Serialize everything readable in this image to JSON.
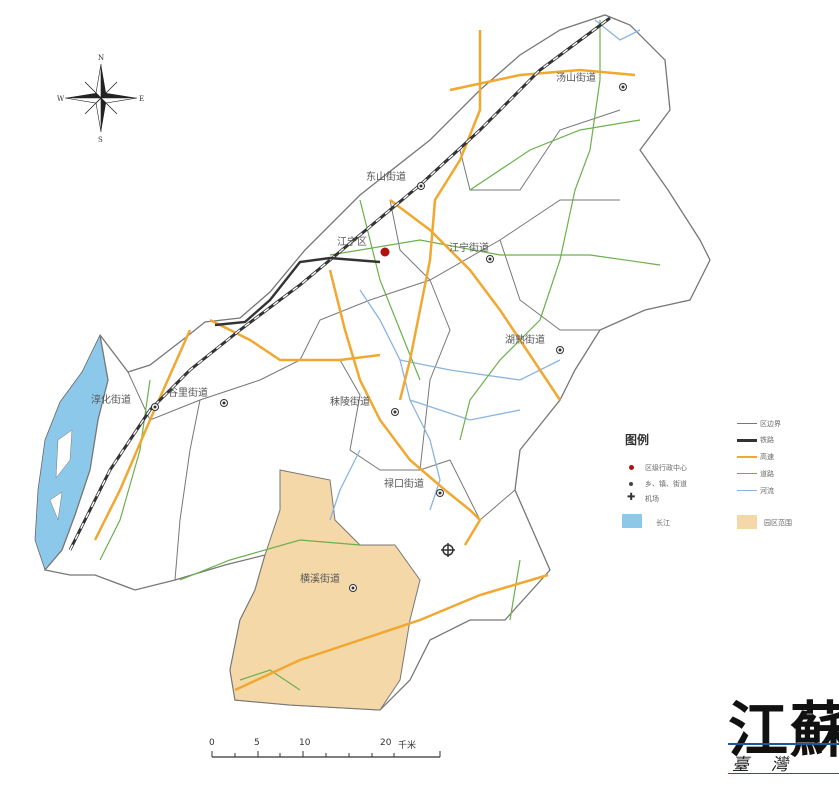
{
  "compass": {
    "n": "N",
    "s": "S",
    "e": "E",
    "w": "W"
  },
  "places": [
    {
      "id": "tangshan",
      "label": "汤山街道"
    },
    {
      "id": "dongshan",
      "label": "东山街道"
    },
    {
      "id": "moling",
      "label": "秣陵街道"
    },
    {
      "id": "hushu",
      "label": "湖熟街道"
    },
    {
      "id": "jiangning",
      "label": "江宁街道"
    },
    {
      "id": "guli",
      "label": "谷里街道"
    },
    {
      "id": "chunhua",
      "label": "淳化街道"
    },
    {
      "id": "lukou",
      "label": "禄口街道"
    },
    {
      "id": "hengxi",
      "label": "横溪街道"
    },
    {
      "id": "center",
      "label": "江宁区"
    }
  ],
  "legend": {
    "title": "图例",
    "items": [
      {
        "label": "区级行政中心"
      },
      {
        "label": "乡、镇、街道"
      },
      {
        "label": "机场"
      },
      {
        "label": "长江"
      },
      {
        "label": "区边界"
      },
      {
        "label": "铁路"
      },
      {
        "label": "高速"
      },
      {
        "label": "道路"
      },
      {
        "label": "河流"
      },
      {
        "label": "园区范围"
      }
    ]
  },
  "scale": {
    "ticks": [
      "0",
      "5",
      "10",
      "20"
    ],
    "unit": "千米"
  },
  "title": {
    "main": "江蘇",
    "sub": "臺灣"
  },
  "colors": {
    "river": "#8ab4e0",
    "yangtze": "#8cc8ea",
    "highway": "#f0a830",
    "road": "#6ab04c",
    "rail": "#333333",
    "park": "#f5d8a8",
    "boundary": "#777777",
    "center": "#b01010"
  }
}
